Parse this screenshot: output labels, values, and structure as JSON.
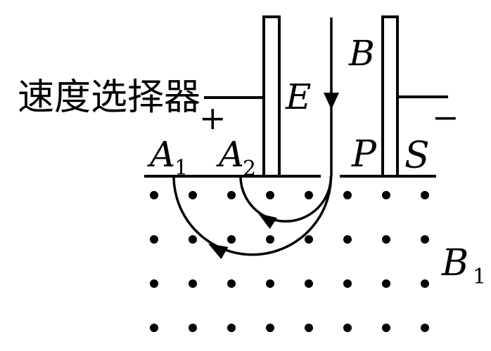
{
  "diagram": {
    "title": "速度选择器",
    "selector": {
      "electric_field_label": "E",
      "magnetic_field_label": "B",
      "positive_sign": "+",
      "negative_sign": "−"
    },
    "slits": {
      "p_label": "P",
      "s_label": "S"
    },
    "targets": {
      "a1_base": "A",
      "a1_sub": "1",
      "a2_base": "A",
      "a2_sub": "2"
    },
    "field_region": {
      "label_base": "B",
      "label_sub": "1",
      "dot_rows": 4,
      "dot_cols": 8
    },
    "colors": {
      "ink": "#000000",
      "background": "#ffffff"
    }
  }
}
